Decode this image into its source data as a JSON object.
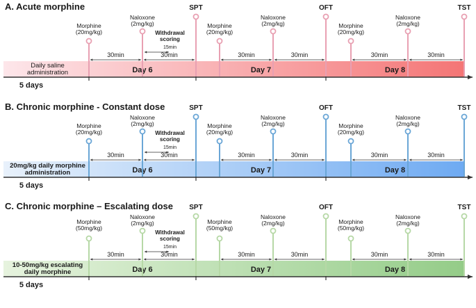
{
  "panels": [
    {
      "title": "A.  Acute morphine",
      "accent": "#e8a0b2",
      "band_from": "#fde6ea",
      "band_to": "#f47575",
      "pre_label": [
        "Daily saline",
        "administration"
      ],
      "pre_days": "5 days",
      "days": [
        "Day 6",
        "Day 7",
        "Day 8"
      ],
      "tests": [
        "SPT",
        "OFT",
        "TST"
      ],
      "morphine": [
        "Morphine",
        "(20mg/kg)"
      ],
      "naloxone": [
        "Naloxone",
        "(2mg/kg)"
      ],
      "withdrawal": [
        "Withdrawal",
        "scoring"
      ],
      "withdrawal_time": "15min",
      "interval": "30min"
    },
    {
      "title": "B.  Chronic morphine - Constant dose",
      "accent": "#6aa6d6",
      "band_from": "#e8f1fb",
      "band_to": "#6eaaf2",
      "pre_label": [
        "20mg/kg daily morphine",
        "administration"
      ],
      "pre_days": "5 days",
      "days": [
        "Day 6",
        "Day 7",
        "Day 8"
      ],
      "tests": [
        "SPT",
        "OFT",
        "TST"
      ],
      "morphine": [
        "Morphine",
        "(20mg/kg)"
      ],
      "naloxone": [
        "Naloxone",
        "(2mg/kg)"
      ],
      "withdrawal": [
        "Withdrawal",
        "scoring"
      ],
      "withdrawal_time": "15min",
      "interval": "30min"
    },
    {
      "title": "C.  Chronic morphine – Escalating dose",
      "accent": "#b6d8a6",
      "band_from": "#e6f3de",
      "band_to": "#94cc88",
      "pre_label": [
        "10-50mg/kg escalating",
        "daily morphine"
      ],
      "pre_days": "5 days",
      "days": [
        "Day 6",
        "Day 7",
        "Day 8"
      ],
      "tests": [
        "SPT",
        "OFT",
        "TST"
      ],
      "morphine": [
        "Morphine",
        "(50mg/kg)"
      ],
      "naloxone": [
        "Naloxone",
        "(2mg/kg)"
      ],
      "withdrawal": [
        "Withdrawal",
        "scoring"
      ],
      "withdrawal_time": "15min",
      "interval": "30min"
    }
  ]
}
